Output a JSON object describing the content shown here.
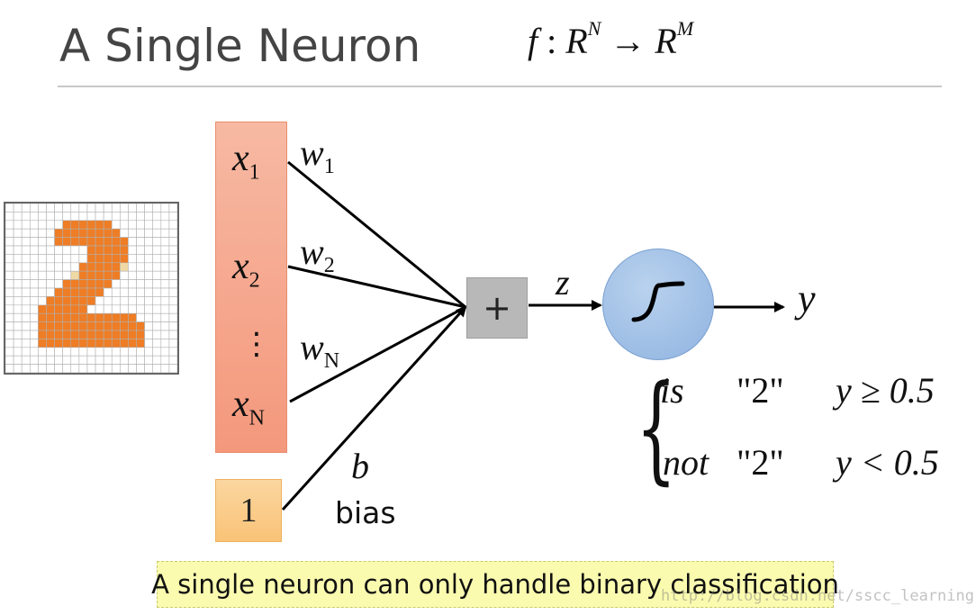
{
  "title": "A Single Neuron",
  "formula": {
    "f": "f",
    "colon": ":",
    "R1": "R",
    "sup1": "N",
    "arrow": "→",
    "R2": "R",
    "sup2": "M"
  },
  "inputs": {
    "x1": {
      "var": "x",
      "sub": "1"
    },
    "x2": {
      "var": "x",
      "sub": "2"
    },
    "dots": "⋮",
    "xN": {
      "var": "x",
      "sub": "N"
    }
  },
  "weights": {
    "w1": {
      "var": "w",
      "sub": "1"
    },
    "w2": {
      "var": "w",
      "sub": "2"
    },
    "wN": {
      "var": "w",
      "sub": "N"
    },
    "b": "b"
  },
  "bias": {
    "value": "1",
    "label": "bias"
  },
  "sum_symbol": "+",
  "z_label": "z",
  "output_label": "y",
  "decision": {
    "row1": {
      "cond": "is",
      "cls": "\"2\"",
      "ineq": "y ≥ 0.5"
    },
    "row2": {
      "cond": "not",
      "cls": "\"2\"",
      "ineq": "y < 0.5"
    }
  },
  "caption": "A single neuron can only handle binary classification",
  "watermark": "http://blog.csdn.net/sscc_learning",
  "colors": {
    "input_bar": "#f4987c",
    "bias_box": "#f9c377",
    "sum_box": "#b8b8b8",
    "neuron": "#8fb3e0",
    "digit_pixel": "#ee7d25",
    "digit_edge": "#f0d9a4",
    "caption_bg": "#fbfbb0"
  },
  "digit": {
    "rows": [
      "000000000000000000000",
      "000000000000000000000",
      "000000011111100000000",
      "000000111111110000000",
      "000000111111111000000",
      "000000000011111000000",
      "000000000011111000000",
      "000000000111112000000",
      "000000002111110000000",
      "000000011111100000000",
      "000000111111000000000",
      "000001111110000000000",
      "000011111100000000000",
      "000011111111111100000",
      "000011111111111110000",
      "000011111111111110000",
      "000011111111111110000",
      "000000000000000000000",
      "000000000000000000000",
      "000000000000000000000"
    ]
  }
}
